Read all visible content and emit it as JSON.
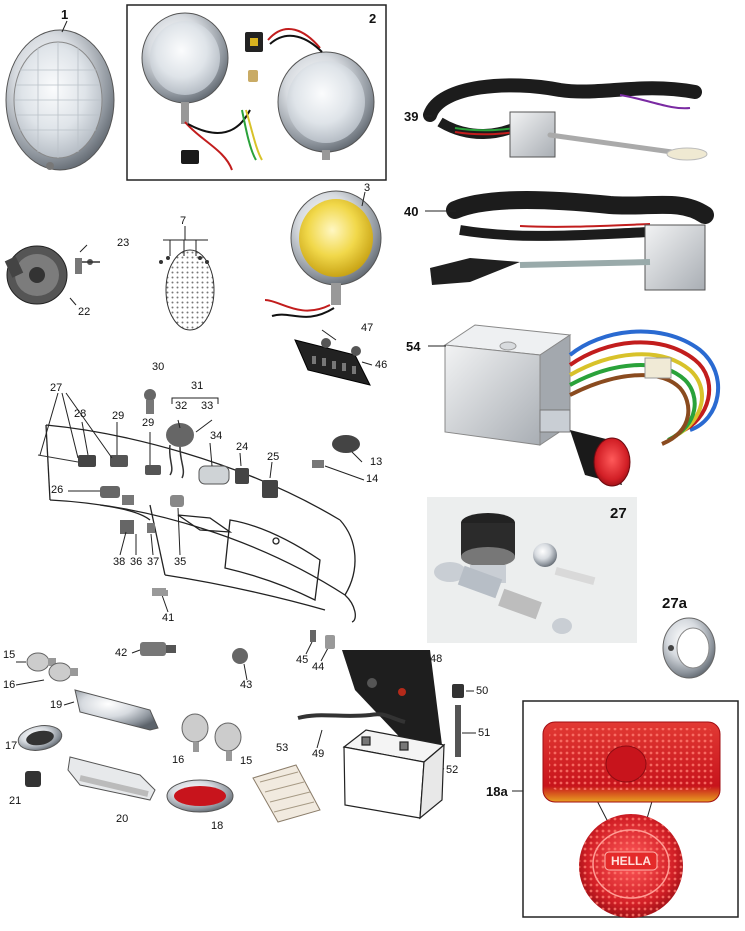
{
  "callouts": {
    "n1": "1",
    "n2": "2",
    "n3": "3",
    "n7": "7",
    "n13": "13",
    "n14": "14",
    "n15a": "15",
    "n15b": "15",
    "n16a": "16",
    "n16b": "16",
    "n17": "17",
    "n18": "18",
    "n18a": "18a",
    "n19": "19",
    "n20": "20",
    "n21": "21",
    "n22": "22",
    "n23": "23",
    "n24": "24",
    "n25": "25",
    "n26": "26",
    "n27a_left": "27",
    "n27_photo": "27",
    "n27a": "27a",
    "n28": "28",
    "n29a": "29",
    "n29b": "29",
    "n30": "30",
    "n31": "31",
    "n32": "32",
    "n33": "33",
    "n34": "34",
    "n35": "35",
    "n36": "36",
    "n37": "37",
    "n38": "38",
    "n39": "39",
    "n40": "40",
    "n41": "41",
    "n42": "42",
    "n43": "43",
    "n44": "44",
    "n45": "45",
    "n46": "46",
    "n47": "47",
    "n48": "48",
    "n49": "49",
    "n50": "50",
    "n51": "51",
    "n52": "52",
    "n53": "53",
    "n54": "54"
  },
  "tail_lamp_lens_text": "HELLA",
  "colors": {
    "chrome": "#c9ced4",
    "chrome_dark": "#7e858d",
    "fog_yellow": "#f0d94a",
    "lens_red": "#d21f26",
    "lens_amber": "#e8a020",
    "wire_black": "#1c1c1c",
    "switch_knob_red": "#b0121c",
    "frame_stroke": "#222222"
  }
}
